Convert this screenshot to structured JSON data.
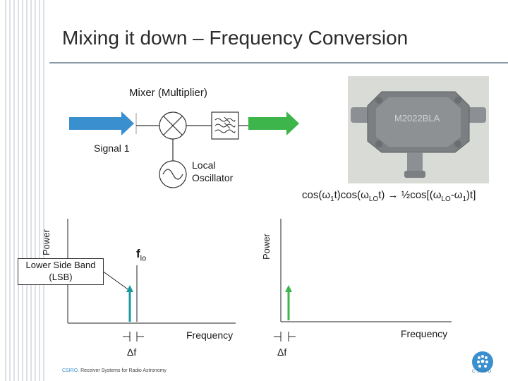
{
  "title": "Mixing it down – Frequency Conversion",
  "mixer": {
    "label": "Mixer (Multiplier)"
  },
  "signal": {
    "label": "Signal 1"
  },
  "local_oscillator": {
    "line1": "Local",
    "line2": "Oscillator"
  },
  "equation": {
    "part1": "cos(ω",
    "sub1": "1",
    "part2": "t)cos(ω",
    "sub2": "LO",
    "part3": "t) → ½cos[(ω",
    "sub3": "LO",
    "part4": "-ω",
    "sub4": "1",
    "part5": ")t]"
  },
  "photo": {
    "part_label": "M2022BLA"
  },
  "spectrum_left": {
    "ylabel": "Power",
    "xlabel": "Frequency",
    "lsb_line1": "Lower Side Band",
    "lsb_line2": "(LSB)",
    "flo_main": "f",
    "flo_sub": "lo",
    "delta": "Δf"
  },
  "spectrum_right": {
    "ylabel": "Power",
    "xlabel": "Frequency",
    "delta": "Δf"
  },
  "footer": {
    "brand": "CSIRO.",
    "text": " Receiver Systems for Radio Astronomy",
    "logo_text": "CSIRO"
  },
  "colors": {
    "arrow_blue": "#3a8fcf",
    "arrow_green": "#3db54a",
    "signal_line_teal": "#1a9aa0",
    "if_line_green": "#3db54a"
  }
}
